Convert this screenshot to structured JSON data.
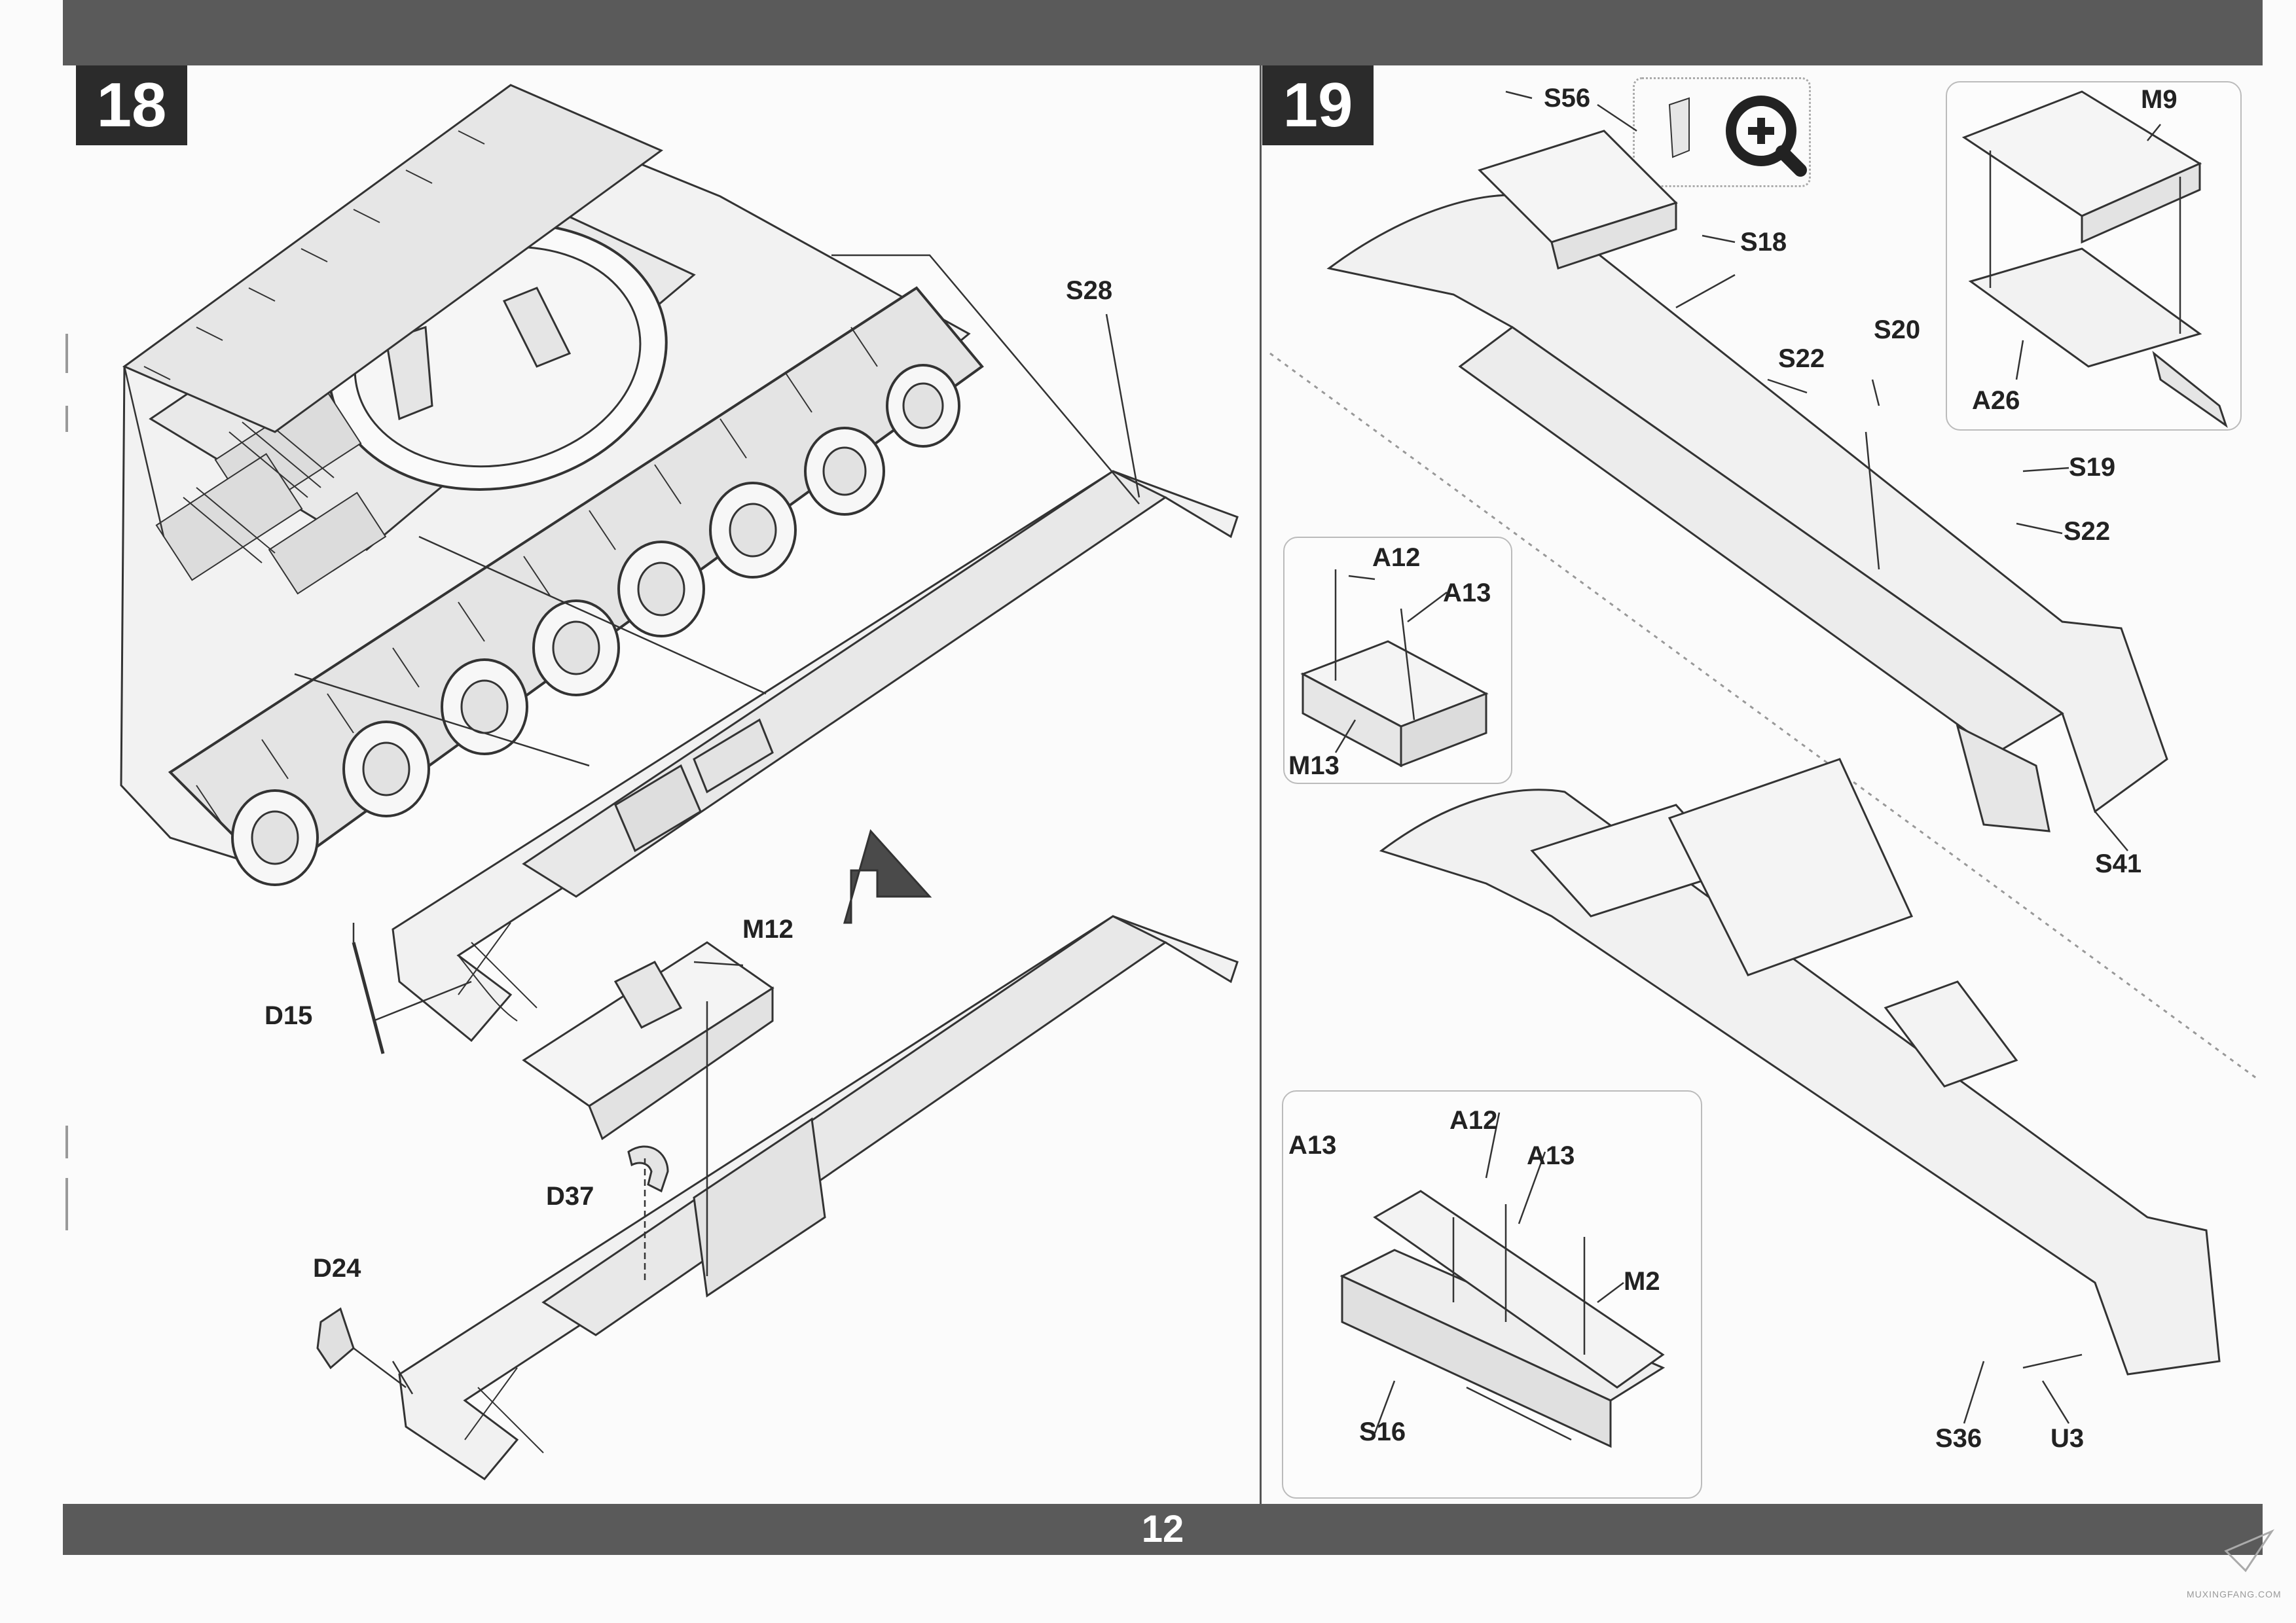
{
  "page": {
    "number": "12"
  },
  "step18": {
    "number": "18",
    "labels": {
      "s28": "S28",
      "m12": "M12",
      "d15": "D15",
      "d37": "D37",
      "d24": "D24"
    }
  },
  "step19": {
    "number": "19",
    "labels": {
      "s56": "S56",
      "s18": "S18",
      "s20": "S20",
      "s22a": "S22",
      "s19": "S19",
      "s22b": "S22",
      "m9": "M9",
      "a26": "A26",
      "a12a": "A12",
      "a13a": "A13",
      "m13": "M13",
      "s41": "S41",
      "a13b": "A13",
      "a12b": "A12",
      "a13c": "A13",
      "m2": "M2",
      "s16": "S16",
      "s36": "S36",
      "u3": "U3"
    }
  },
  "watermark": {
    "text": "MUXINGFANG.COM"
  },
  "colors": {
    "bar": "#5a5a5a",
    "stepbox": "#2b2b2b",
    "line": "#333333"
  }
}
